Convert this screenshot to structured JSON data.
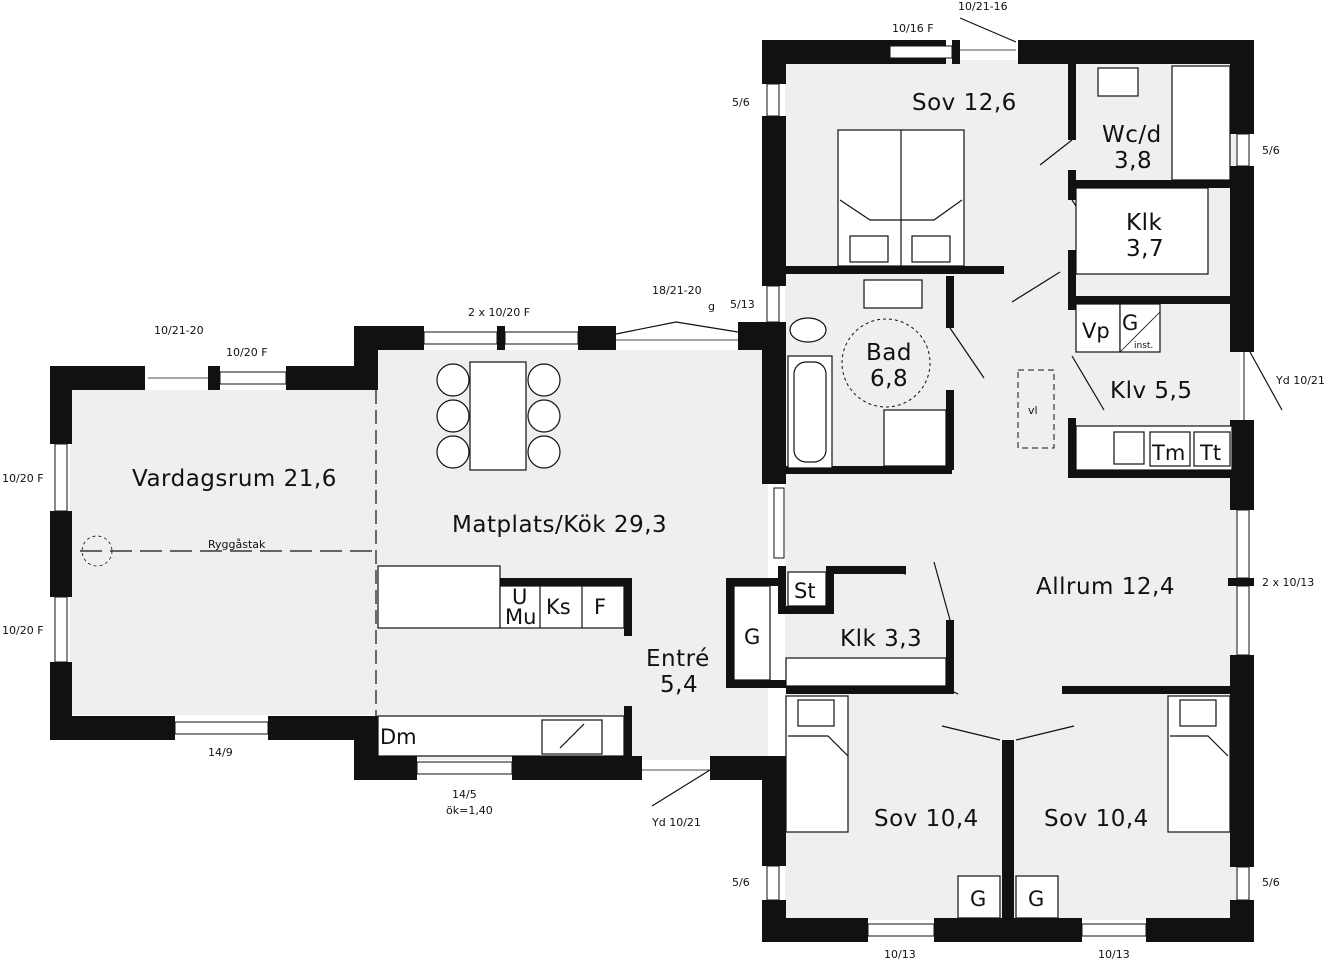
{
  "rooms": {
    "vardagsrum": "Vardagsrum 21,6",
    "matplats": "Matplats/Kök 29,3",
    "entre_1": "Entré",
    "entre_2": "5,4",
    "sov_top": "Sov 12,6",
    "wc_1": "Wc/d",
    "wc_2": "3,8",
    "klk_top_1": "Klk",
    "klk_top_2": "3,7",
    "bad_1": "Bad",
    "bad_2": "6,8",
    "klv": "Klv 5,5",
    "allrum": "Allrum 12,4",
    "klk_mid": "Klk 3,3",
    "sov_left": "Sov 10,4",
    "sov_right": "Sov 10,4"
  },
  "fixtures": {
    "st": "St",
    "g_entre": "G",
    "vp": "Vp",
    "g_klv": "G",
    "g_inst": "inst.",
    "tm": "Tm",
    "tt": "Tt",
    "vl": "vl",
    "u": "U",
    "mu": "Mu",
    "ks": "Ks",
    "f": "F",
    "dm": "Dm",
    "g_sov_left": "G",
    "g_sov_right": "G",
    "ryggastak": "Ryggåstak",
    "g_small": "g"
  },
  "dimensions": {
    "d_10_21_16": "10/21-16",
    "d_10_16f": "10/16 F",
    "d_5_6_tl": "5/6",
    "d_5_6_tr": "5/6",
    "d_5_13": "5/13",
    "d_18_21_20": "18/21-20",
    "d_2x10_20f": "2 x 10/20 F",
    "d_10_21_20": "10/21-20",
    "d_10_20f_top": "10/20 F",
    "d_10_20f_l1": "10/20 F",
    "d_10_20f_l2": "10/20 F",
    "d_yd_right": "Yd 10/21",
    "d_2x10_13": "2 x 10/13",
    "d_14_9": "14/9",
    "d_14_5": "14/5",
    "d_ok": "ök=1,40",
    "d_yd_bottom": "Yd 10/21",
    "d_5_6_bl": "5/6",
    "d_5_6_br": "5/6",
    "d_10_13_l": "10/13",
    "d_10_13_r": "10/13"
  }
}
